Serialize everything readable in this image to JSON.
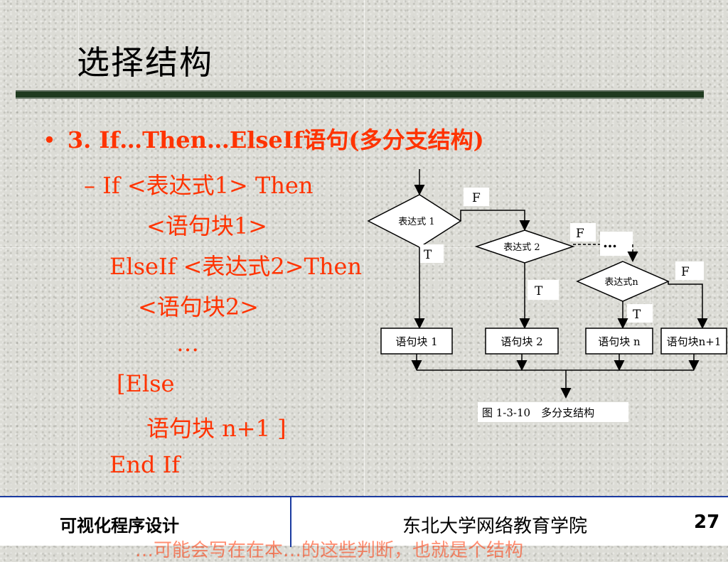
{
  "slide": {
    "title": "选择结构",
    "bullet": "3. If…Then…ElseIf语句(多分支结构)",
    "code_lines": [
      "– If <表达式1> Then",
      "<语句块1>",
      "ElseIf <表达式2>Then",
      "<语句块2>",
      "…",
      "[Else",
      "语句块 n+1  ]",
      "End If"
    ]
  },
  "flowchart": {
    "conditions": [
      "表达式 1",
      "表达式 2",
      "表达式n"
    ],
    "blocks": [
      "语句块 1",
      "语句块 2",
      "语句块 n",
      "语句块n+1"
    ],
    "true_label": "T",
    "false_label": "F",
    "ellipsis": "…",
    "caption": "图 1-3-10　多分支结构"
  },
  "footer": {
    "course": "可视化程序设计",
    "school": "东北大学网络教育学院",
    "page": "27",
    "overflow_text": "…可能会写在在本…的这些判断，也就是个结构"
  }
}
